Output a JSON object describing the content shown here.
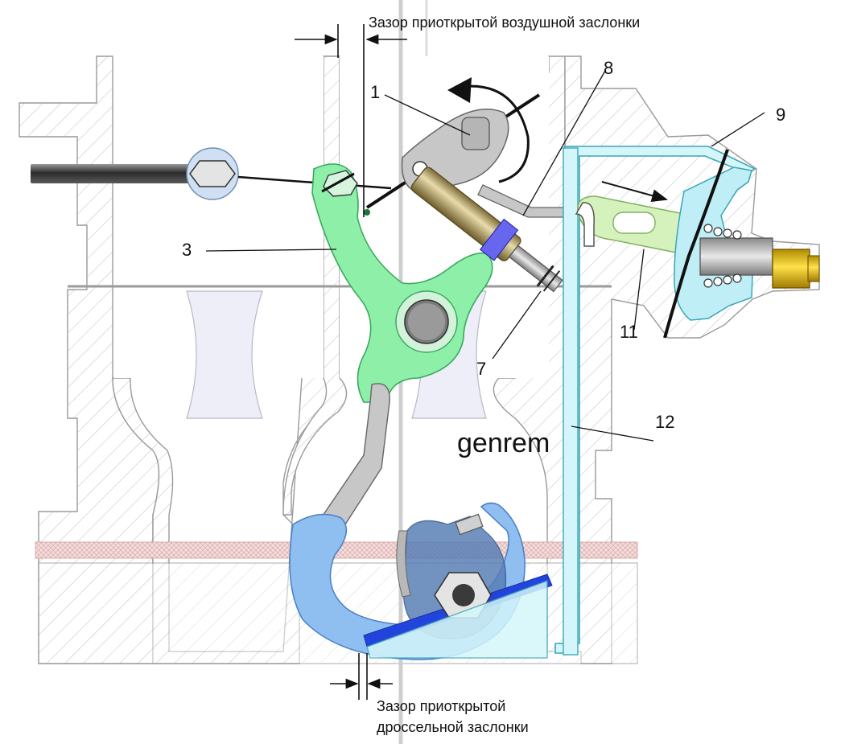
{
  "captions": {
    "air_gap": "Зазор приоткрытой воздушной заслонки",
    "throttle_gap_line1": "Зазор приоткрытой",
    "throttle_gap_line2": "дроссельной заслонки"
  },
  "callouts": {
    "n1": "1",
    "n3": "3",
    "n7": "7",
    "n8": "8",
    "n9": "9",
    "n11": "11",
    "n12": "12"
  },
  "watermark": "genrem",
  "colors": {
    "lever_green": "#8ef0a8",
    "lever_green_stroke": "#3aa860",
    "throttle_blue": "#8fbef0",
    "throttle_blue_stroke": "#4a7ec4",
    "cyan_rod": "#d4f6fa",
    "cyan_stroke": "#3aa6b6",
    "diaphragm_cyan": "#bfeef6",
    "light_green_link": "#d6f2bc",
    "gray_part": "#c7c7c7",
    "gold_cap": "#e8c000",
    "flap_blue": "#2244dd"
  }
}
